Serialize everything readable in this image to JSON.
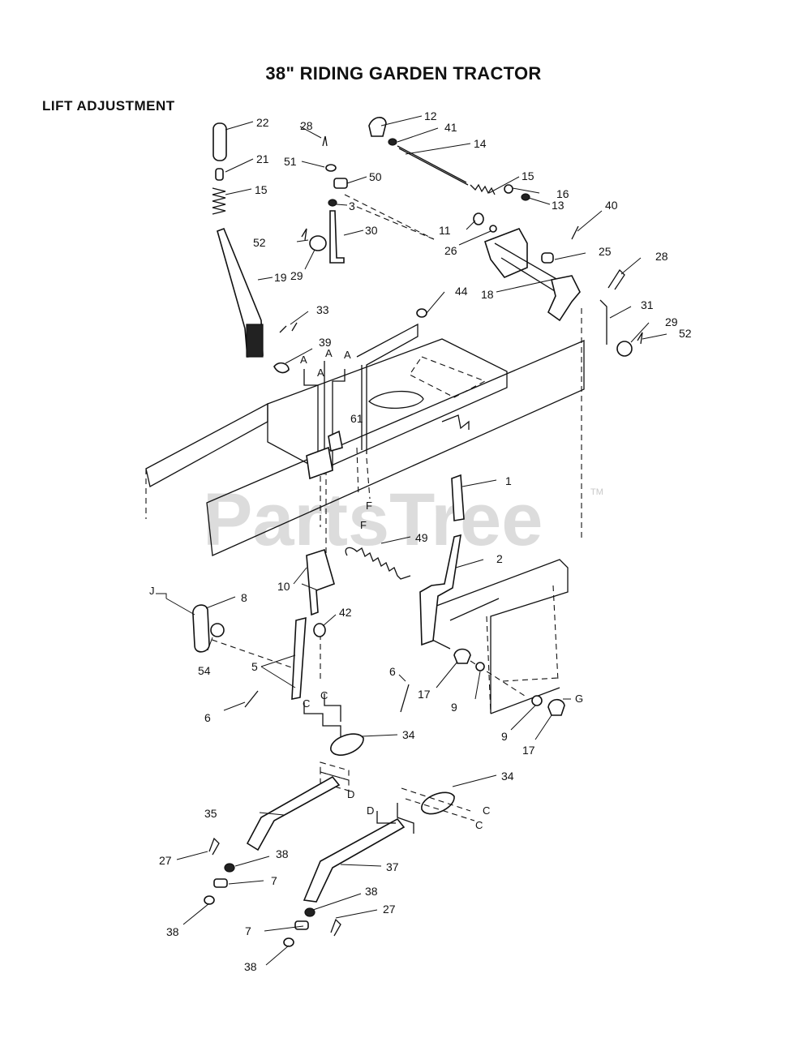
{
  "header": {
    "title": "38\" RIDING GARDEN TRACTOR",
    "section": "LIFT ADJUSTMENT"
  },
  "watermark": {
    "text": "PartsTree",
    "tm": "TM"
  },
  "refs": {
    "A": "A",
    "C": "C",
    "D": "D",
    "F": "F",
    "G": "G",
    "J": "J"
  },
  "parts": {
    "p1": "1",
    "p2": "2",
    "p3": "3",
    "p5": "5",
    "p6": "6",
    "p7": "7",
    "p8": "8",
    "p9": "9",
    "p10": "10",
    "p11": "11",
    "p12": "12",
    "p13": "13",
    "p14": "14",
    "p15": "15",
    "p16": "16",
    "p17": "17",
    "p18": "18",
    "p19": "19",
    "p21": "21",
    "p22": "22",
    "p25": "25",
    "p26": "26",
    "p27": "27",
    "p28": "28",
    "p29": "29",
    "p30": "30",
    "p31": "31",
    "p33": "33",
    "p34": "34",
    "p35": "35",
    "p37": "37",
    "p38": "38",
    "p39": "39",
    "p40": "40",
    "p41": "41",
    "p42": "42",
    "p44": "44",
    "p49": "49",
    "p50": "50",
    "p51": "51",
    "p52": "52",
    "p54": "54",
    "p61": "61"
  },
  "colors": {
    "ink": "#111111",
    "paper": "#ffffff",
    "watermark": "#d6d6d6"
  }
}
